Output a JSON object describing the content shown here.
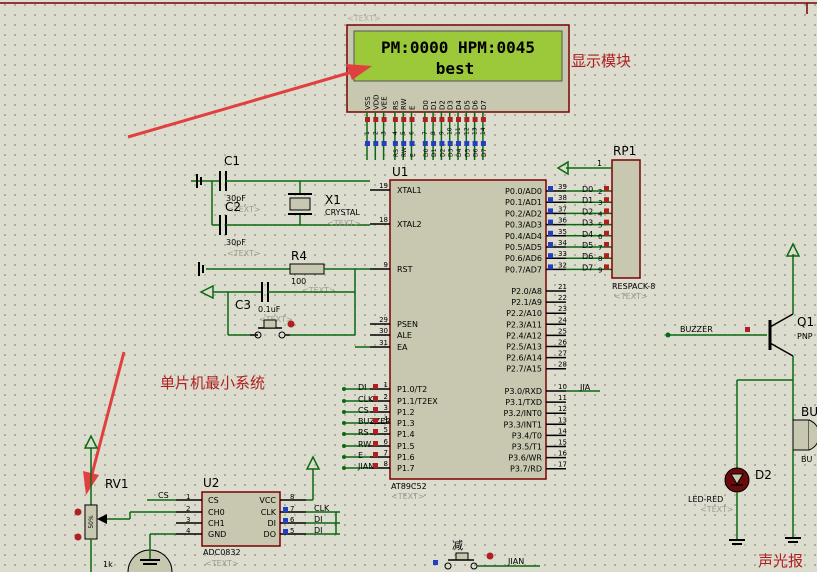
{
  "canvas": {
    "grid": true,
    "background": "#dcdccf",
    "wire_color": "#0a6a10",
    "component_fill": "#c8c8b0",
    "component_stroke": "#7a0000",
    "label_color": "#000000",
    "hidden_text_color": "#b8b8a8",
    "annotation_color": "#b02020"
  },
  "annotations": {
    "display_module": "显示模块",
    "mcu_min_system": "单片机最小系统",
    "sound_light_alarm": "声光报"
  },
  "lcd": {
    "text_tag": "<TEXT>",
    "line1": "PM:0000 HPM:0045",
    "line2": "best",
    "screen_color": "#9bc93a",
    "pins": [
      "VSS",
      "VDD",
      "VEE",
      "RS",
      "RW",
      "E",
      "D0",
      "D1",
      "D2",
      "D3",
      "D4",
      "D5",
      "D6",
      "D7"
    ],
    "pin_nums": [
      "1",
      "2",
      "3",
      "4",
      "5",
      "6",
      "7",
      "8",
      "9",
      "10",
      "11",
      "12",
      "13",
      "14"
    ],
    "net_labels": [
      "RS",
      "RW",
      "E",
      "D0",
      "D1",
      "D2",
      "D3",
      "D4",
      "D5",
      "D6",
      "D7"
    ]
  },
  "mcu": {
    "ref": "U1",
    "part": "AT89C52",
    "text_tag": "<TEXT>",
    "left_pins": [
      {
        "num": "19",
        "name": "XTAL1"
      },
      {
        "num": "18",
        "name": "XTAL2"
      },
      {
        "num": "9",
        "name": "RST"
      },
      {
        "num": "29",
        "name": "PSEN"
      },
      {
        "num": "30",
        "name": "ALE"
      },
      {
        "num": "31",
        "name": "EA"
      },
      {
        "num": "1",
        "name": "P1.0/T2"
      },
      {
        "num": "2",
        "name": "P1.1/T2EX"
      },
      {
        "num": "3",
        "name": "P1.2"
      },
      {
        "num": "4",
        "name": "P1.3"
      },
      {
        "num": "5",
        "name": "P1.4"
      },
      {
        "num": "6",
        "name": "P1.5"
      },
      {
        "num": "7",
        "name": "P1.6"
      },
      {
        "num": "8",
        "name": "P1.7"
      }
    ],
    "right_pins": [
      {
        "num": "39",
        "name": "P0.0/AD0"
      },
      {
        "num": "38",
        "name": "P0.1/AD1"
      },
      {
        "num": "37",
        "name": "P0.2/AD2"
      },
      {
        "num": "36",
        "name": "P0.3/AD3"
      },
      {
        "num": "35",
        "name": "P0.4/AD4"
      },
      {
        "num": "34",
        "name": "P0.5/AD5"
      },
      {
        "num": "33",
        "name": "P0.6/AD6"
      },
      {
        "num": "32",
        "name": "P0.7/AD7"
      },
      {
        "num": "21",
        "name": "P2.0/A8"
      },
      {
        "num": "22",
        "name": "P2.1/A9"
      },
      {
        "num": "23",
        "name": "P2.2/A10"
      },
      {
        "num": "24",
        "name": "P2.3/A11"
      },
      {
        "num": "25",
        "name": "P2.4/A12"
      },
      {
        "num": "26",
        "name": "P2.5/A13"
      },
      {
        "num": "27",
        "name": "P2.6/A14"
      },
      {
        "num": "28",
        "name": "P2.7/A15"
      },
      {
        "num": "10",
        "name": "P3.0/RXD"
      },
      {
        "num": "11",
        "name": "P3.1/TXD"
      },
      {
        "num": "12",
        "name": "P3.2/INT0"
      },
      {
        "num": "13",
        "name": "P3.3/INT1"
      },
      {
        "num": "14",
        "name": "P3.4/T0"
      },
      {
        "num": "15",
        "name": "P3.5/T1"
      },
      {
        "num": "16",
        "name": "P3.6/WR"
      },
      {
        "num": "17",
        "name": "P3.7/RD"
      }
    ],
    "p1_nets": [
      "DI",
      "CLK",
      "CS",
      "BUZZER",
      "RS",
      "RW",
      "E",
      "JIAN"
    ],
    "p0_nets": [
      "D0",
      "D1",
      "D2",
      "D3",
      "D4",
      "D5",
      "D6",
      "D7"
    ],
    "p3_net": "JIA"
  },
  "rp1": {
    "ref": "RP1",
    "part": "RESPACK-8",
    "text_tag": "<TEXT>",
    "pin1": "1"
  },
  "c1": {
    "ref": "C1",
    "value": "30pF",
    "text_tag": "<TEXT>"
  },
  "c2": {
    "ref": "C2",
    "value": "30pF",
    "text_tag": "<TEXT>"
  },
  "x1": {
    "ref": "X1",
    "part": "CRYSTAL",
    "text_tag": "<TEXT>"
  },
  "r4": {
    "ref": "R4",
    "value": "100",
    "text_tag": "<TEXT>"
  },
  "c3": {
    "ref": "C3",
    "value": "0.1uF",
    "text_tag": "<TEXT>"
  },
  "q1": {
    "ref": "Q1",
    "part": "PNP",
    "net": "BUZZER"
  },
  "buzzer": {
    "ref": "BU",
    "part": "BU"
  },
  "d2": {
    "ref": "D2",
    "part": "LED-RED",
    "text_tag": "<TEXT>"
  },
  "rv1": {
    "ref": "RV1",
    "value": "1k",
    "body": "50%"
  },
  "u2": {
    "ref": "U2",
    "part": "ADC0832",
    "text_tag": "<TEXT>",
    "left_pins": [
      {
        "num": "1",
        "name": "CS"
      },
      {
        "num": "2",
        "name": "CH0"
      },
      {
        "num": "3",
        "name": "CH1"
      },
      {
        "num": "4",
        "name": "GND"
      }
    ],
    "right_pins": [
      {
        "num": "8",
        "name": "VCC"
      },
      {
        "num": "7",
        "name": "CLK"
      },
      {
        "num": "6",
        "name": "DI"
      },
      {
        "num": "5",
        "name": "DO"
      }
    ],
    "cs_net": "CS",
    "right_nets": [
      "CLK",
      "DI",
      "DI"
    ]
  },
  "key_minus": {
    "label": "减",
    "net": "JIAN"
  }
}
